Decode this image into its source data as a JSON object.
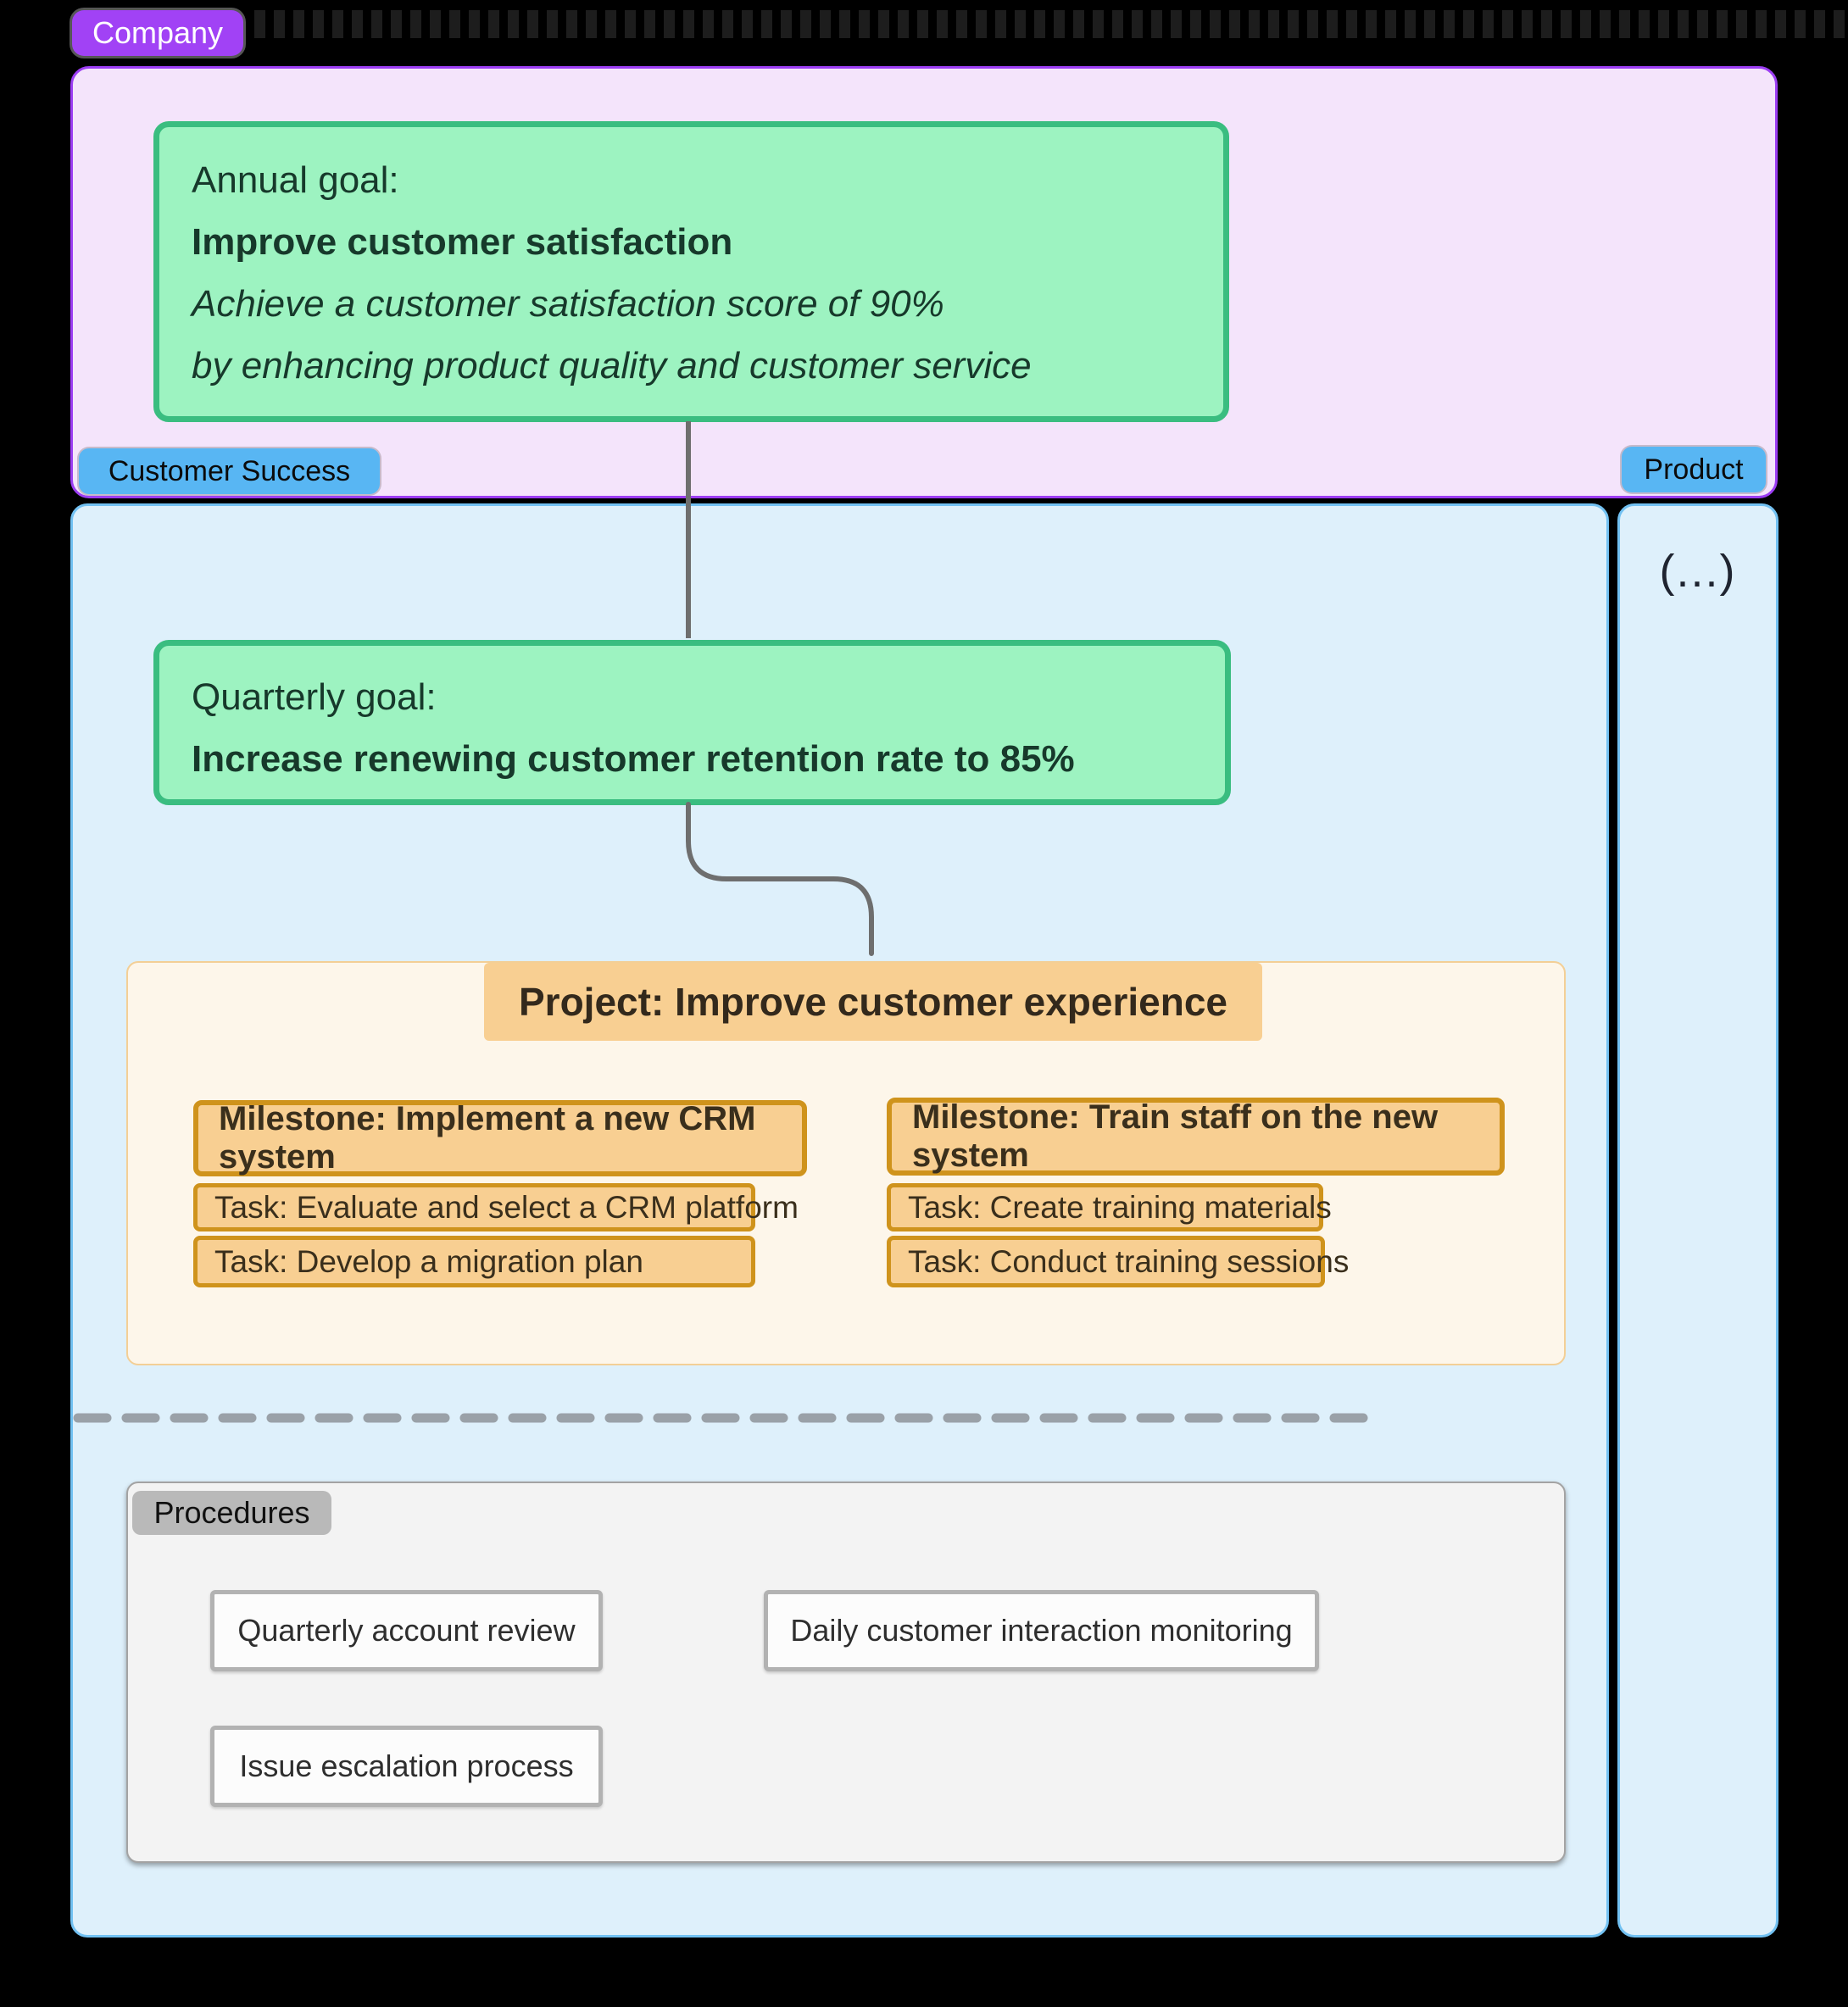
{
  "badges": {
    "company": "Company",
    "customer_success": "Customer Success",
    "product": "Product"
  },
  "annual_goal": {
    "label": "Annual goal:",
    "title": "Improve customer satisfaction",
    "desc_line1": "Achieve a customer satisfaction score of 90%",
    "desc_line2": "by enhancing product quality and customer service"
  },
  "quarterly_goal": {
    "label": "Quarterly goal:",
    "title": "Increase renewing customer retention rate to 85%"
  },
  "product_column": {
    "ellipsis": "(...)"
  },
  "project": {
    "title": "Project: Improve customer experience",
    "milestones": [
      {
        "title": "Milestone: Implement a new CRM system",
        "tasks": [
          "Task: Evaluate and select a CRM platform",
          "Task: Develop a migration plan"
        ]
      },
      {
        "title": "Milestone: Train staff on the new system",
        "tasks": [
          "Task: Create training materials",
          "Task: Conduct training sessions"
        ]
      }
    ]
  },
  "procedures": {
    "label": "Procedures",
    "items": [
      "Quarterly account review",
      "Daily customer interaction monitoring",
      "Issue escalation process"
    ]
  },
  "colors": {
    "background": "#000000",
    "company_badge": "#a142f5",
    "company_container_fill": "#f4e4fb",
    "company_container_border": "#9c3df3",
    "goal_fill": "#9df3c1",
    "goal_border": "#3abd80",
    "goal_text": "#17392b",
    "team_badge": "#58b6f3",
    "team_container_fill": "#def0fb",
    "team_container_border": "#72c1f2",
    "project_fill": "#fdf6ea",
    "project_header_fill": "#f8cf92",
    "milestone_border": "#cf931c",
    "connector": "#6e6e6e",
    "divider_dash": "#9aa1a8",
    "procedures_fill": "#f3f3f3",
    "procedures_badge": "#b9b9b9"
  }
}
